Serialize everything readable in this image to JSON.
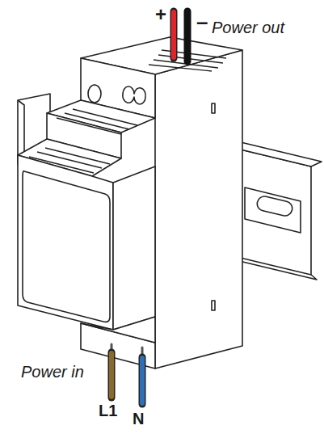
{
  "diagram": {
    "labels": [
      "+",
      "–",
      "Power out",
      "Power in",
      "L1",
      "N"
    ]
  }
}
